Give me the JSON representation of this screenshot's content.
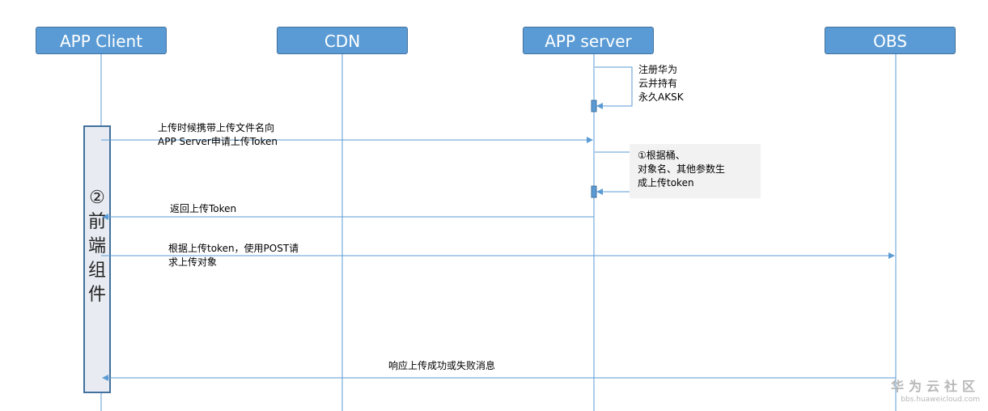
{
  "participants": {
    "app_client": "APP Client",
    "cdn": "CDN",
    "app_server": "APP server",
    "obs": "OBS"
  },
  "activation_label": [
    "②",
    "前",
    "端",
    "组",
    "件"
  ],
  "messages": {
    "self_register": "注册华为\n云并持有\n永久AKSK",
    "request_token": "上传时候携带上传文件名向\nAPP Server申请上传Token",
    "generate_token": "①根据桶、\n对象名、其他参数生\n成上传token",
    "return_token": "返回上传Token",
    "post_upload": "根据上传token，使用POST请\n求上传对象",
    "response": "响应上传成功或失败消息"
  },
  "watermark": {
    "title": "华为云社区",
    "url": "bbs.huaweicloud.com"
  },
  "colors": {
    "actor_fill": "#5b9bd5",
    "line": "#5b9bd5",
    "note_fill": "#f2f2f2",
    "activation_fill": "#dbe7f5",
    "activation_border": "#41719c"
  }
}
